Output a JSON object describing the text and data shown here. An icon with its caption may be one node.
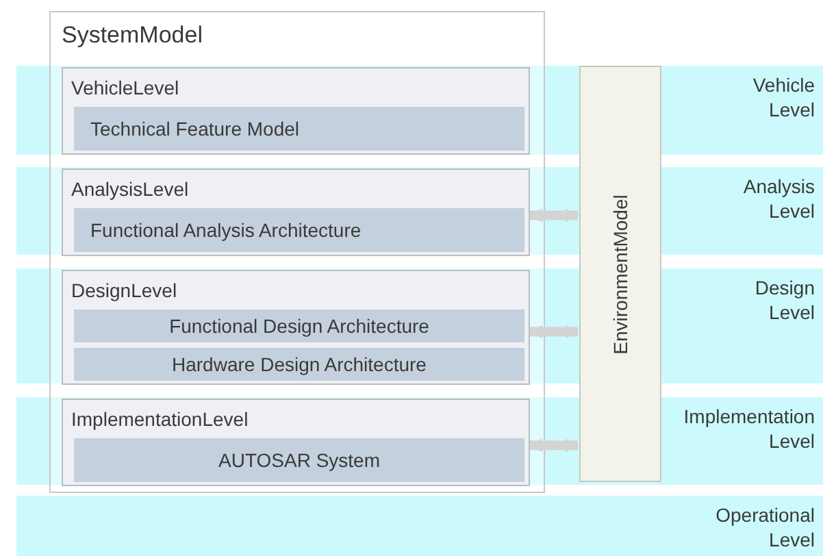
{
  "diagram": {
    "nodes": [
      {
        "text": [
          "SystemModel"
        ]
      },
      {
        "text": [
          "VehicleLevel"
        ],
        "in": 0
      },
      {
        "text": [
          "Technical Feature Model"
        ],
        "in": 1
      },
      {
        "text": [
          "AnalysisLevel"
        ],
        "in": 0
      },
      {
        "text": [
          "Functional Analysis Architecture"
        ],
        "in": 3
      },
      {
        "text": [
          "DesignLevel"
        ],
        "in": 0
      },
      {
        "text": [
          "Functional Design Architecture"
        ],
        "in": 5
      },
      {
        "text": [
          "Hardware Design Architecture"
        ],
        "in": 5
      },
      {
        "text": [
          "ImplementationLevel"
        ],
        "in": 0
      },
      {
        "text": [
          "AUTOSAR System"
        ],
        "in": 8
      },
      {
        "text": [
          "EnvironmentModel"
        ]
      }
    ],
    "edges": [
      {
        "from": 3,
        "to": 10,
        "arrow": "both"
      },
      {
        "from": 5,
        "to": 10,
        "arrow": "both"
      },
      {
        "from": 8,
        "to": 10,
        "arrow": "both"
      }
    ],
    "labels": [
      "Vehicle Level",
      "Analysis Level",
      "Design Level",
      "Implementation Level",
      "Operational Level"
    ]
  }
}
